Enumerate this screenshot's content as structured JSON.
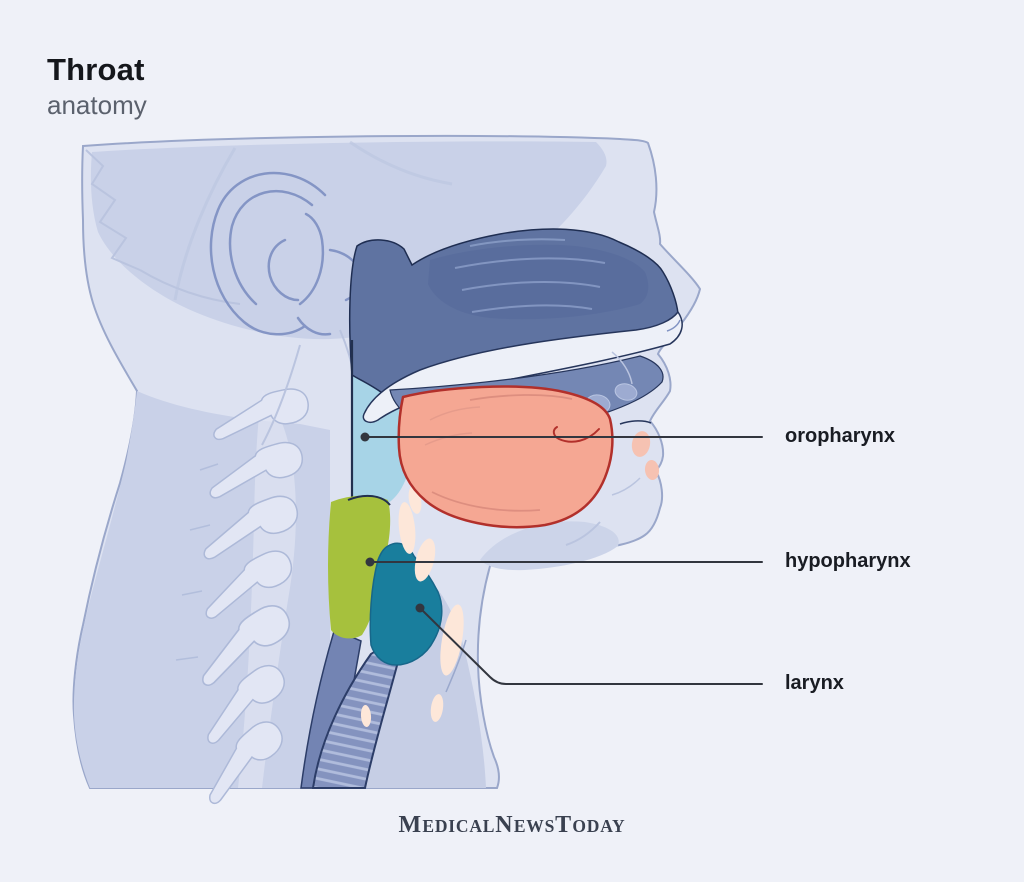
{
  "header": {
    "title": "Throat",
    "subtitle": "anatomy"
  },
  "figure": {
    "labels": [
      {
        "text": "oropharynx"
      },
      {
        "text": "hypopharynx"
      },
      {
        "text": "larynx"
      }
    ]
  },
  "footer": {
    "logo_parts": [
      {
        "cap": "M",
        "rest": "EDICAL"
      },
      {
        "cap": "N",
        "rest": "EWS"
      },
      {
        "cap": "T",
        "rest": "ODAY"
      }
    ]
  },
  "colors": {
    "background": "#eff1f8",
    "silhouette": "#dde2f1",
    "silhouette_shade": "#c9d1e8",
    "silhouette_outline": "#9aa7ca",
    "sketch_line": "#bac4df",
    "outline_navy": "#22304f",
    "nasal_cavity": "#5f73a1",
    "upper_teeth": "#7487b4",
    "palate": "#edf0f8",
    "oropharynx": "#a7d4e7",
    "hypopharynx": "#a6c13d",
    "larynx": "#197e9d",
    "trachea": "#8493bf",
    "esophagus": "#7384b3",
    "tongue": "#f5a793",
    "tongue_outline": "#b2302b",
    "highlight": "#fde7d9",
    "leader": "#32363f",
    "label_text": "#191c23",
    "title_text": "#15171c",
    "subtitle_text": "#5b616d",
    "logo_text": "#3a4150"
  }
}
